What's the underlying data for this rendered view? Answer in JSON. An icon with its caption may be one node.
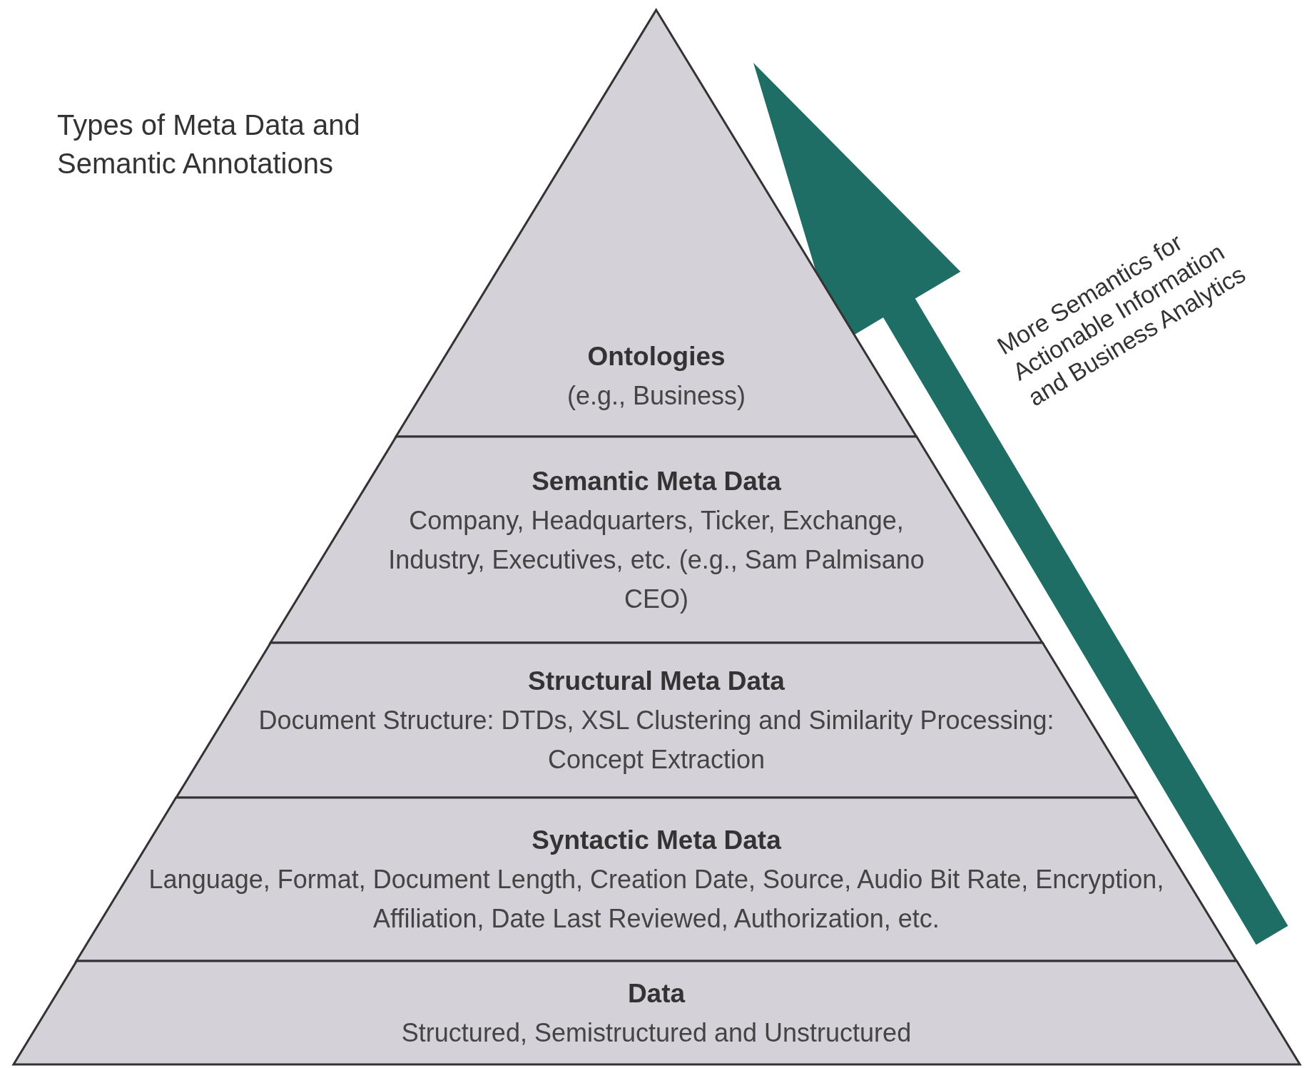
{
  "diagram": {
    "title": "Types of Meta Data and Semantic Annotations",
    "nodes": [
      {
        "text": [
          "Ontologies",
          "(e.g., Business)"
        ]
      },
      {
        "text": [
          "Semantic Meta Data",
          "Company, Headquarters, Ticker, Exchange, Industry, Executives, etc. (e.g., Sam Palmisano CEO)"
        ]
      },
      {
        "text": [
          "Structural Meta Data",
          "Document Structure: DTDs, XSL Clustering and Similarity Processing: Concept Extraction"
        ]
      },
      {
        "text": [
          "Syntactic Meta Data",
          "Language, Format, Document Length, Creation Date, Source, Audio Bit Rate, Encryption, Affiliation, Date Last Reviewed, Authorization, etc."
        ]
      },
      {
        "text": [
          "Data",
          "Structured, Semistructured and Unstructured"
        ]
      }
    ],
    "labels": [
      "More Semantics for Actionable Information and Business Analytics"
    ]
  }
}
